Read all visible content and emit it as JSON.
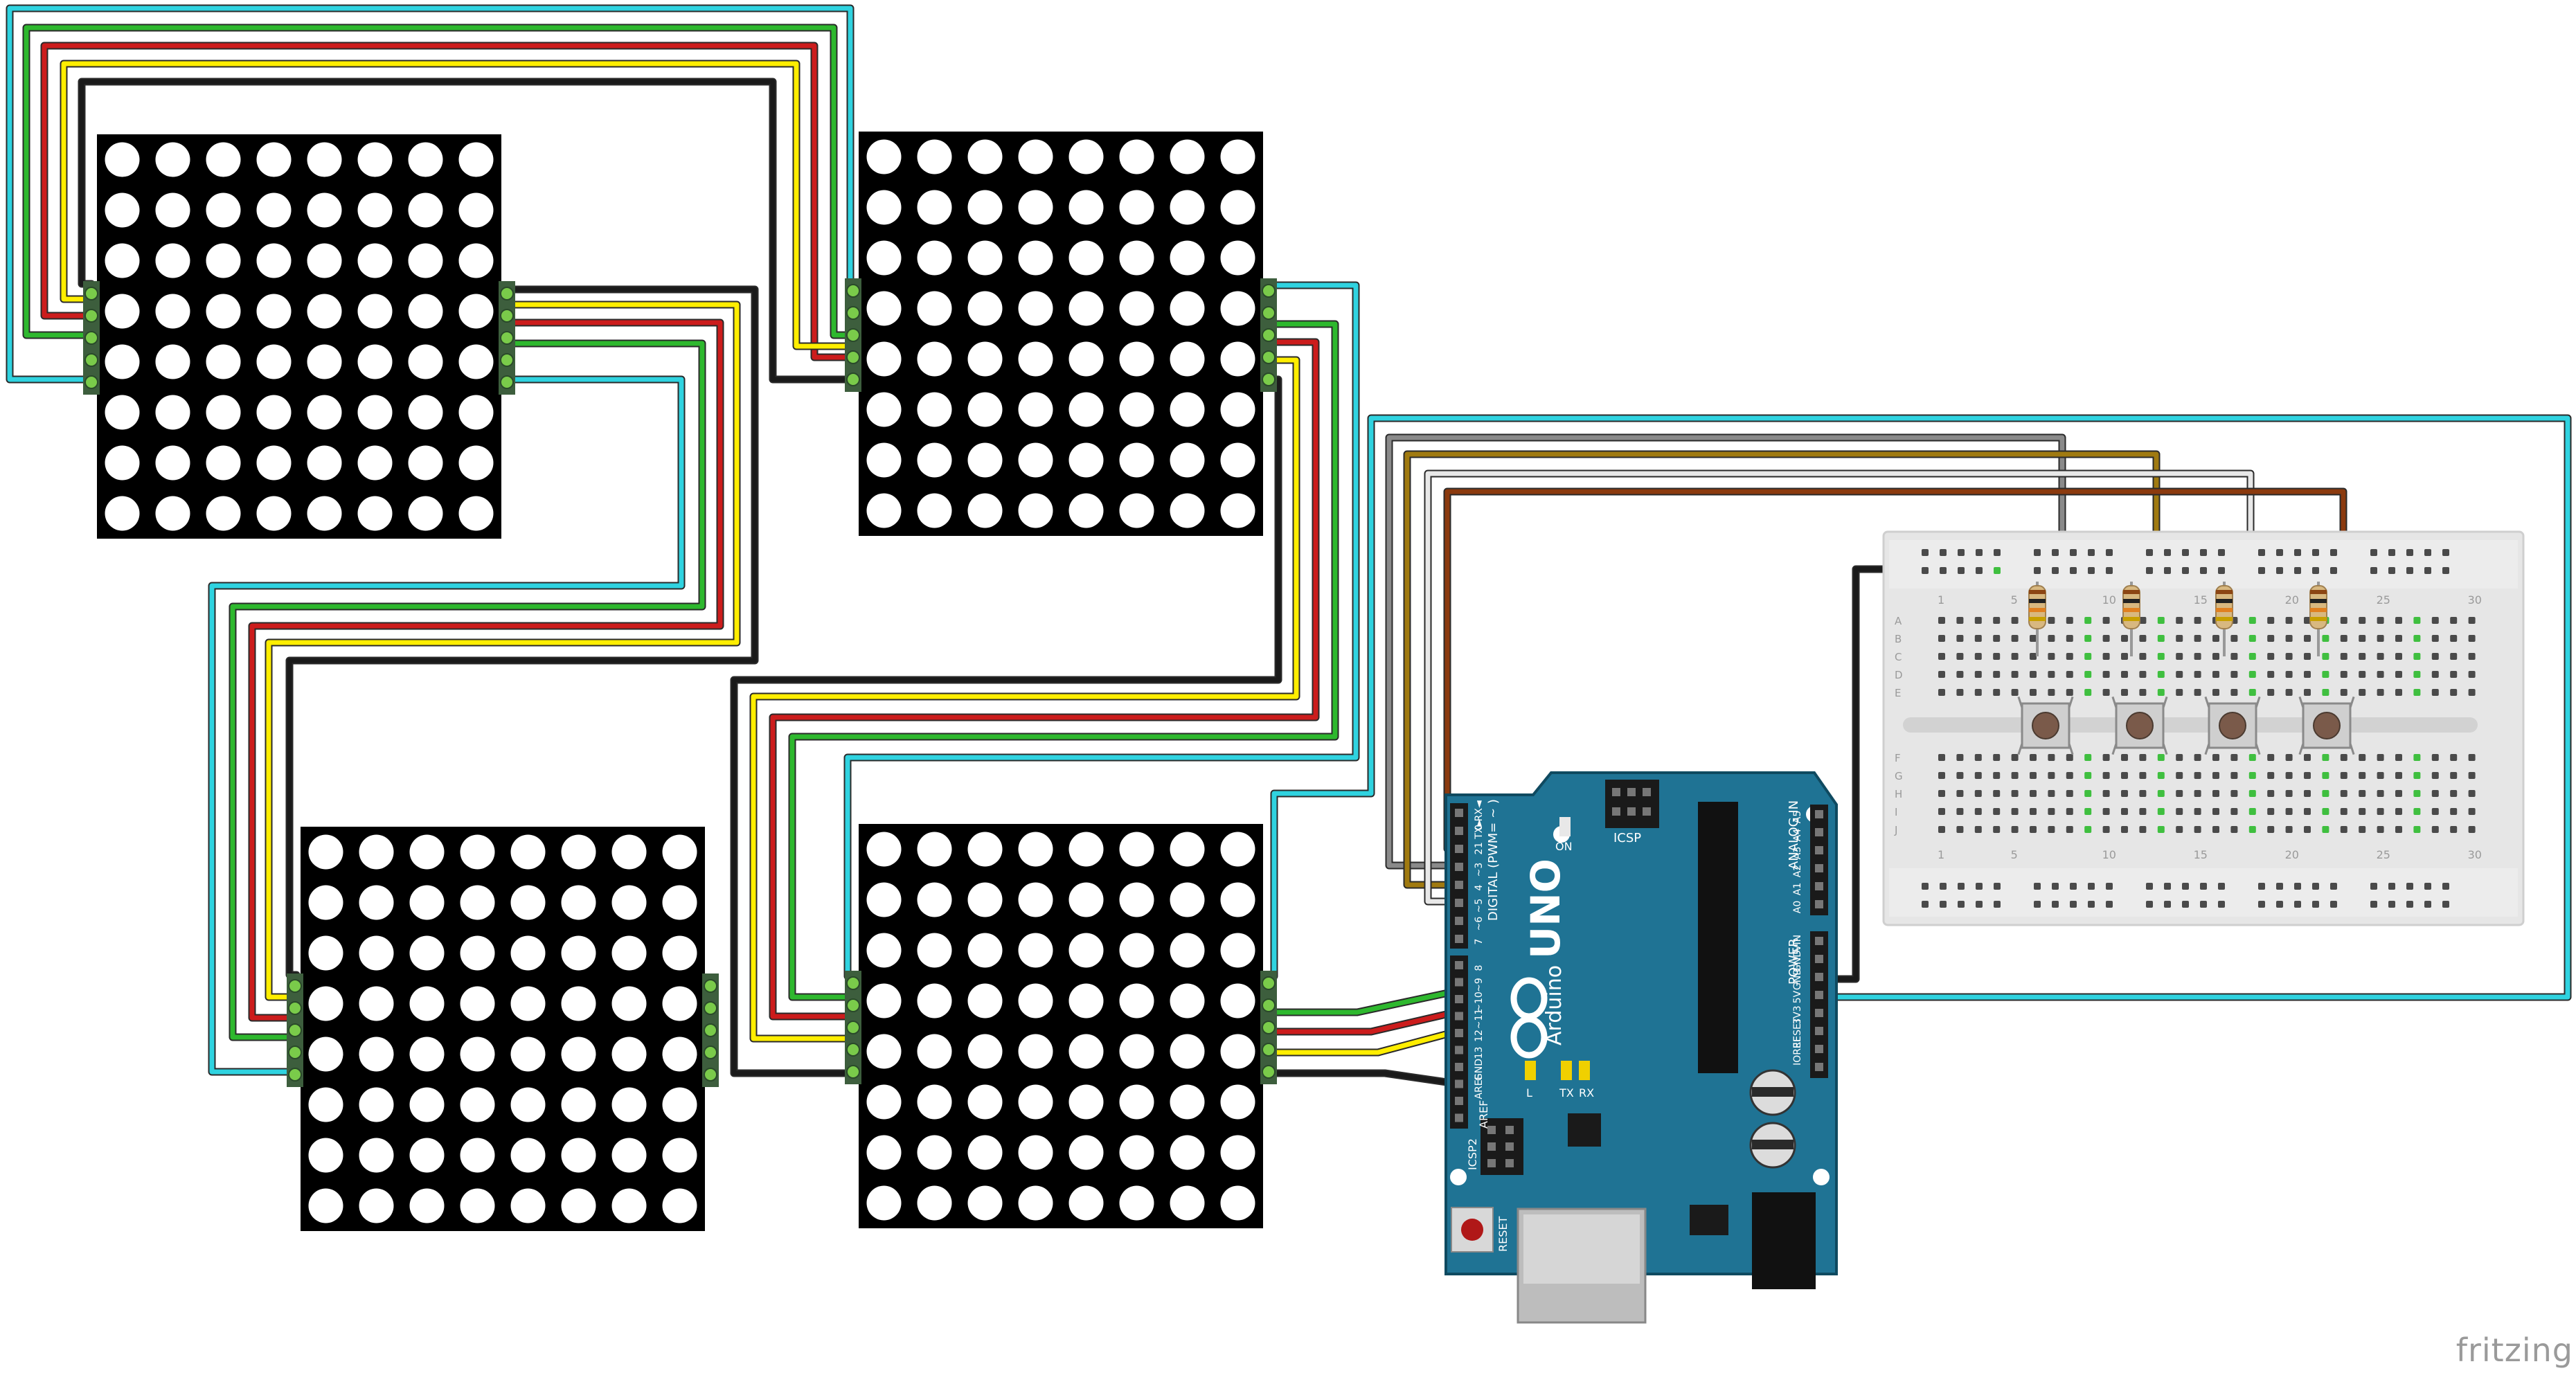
{
  "matrices": [
    {
      "id": "matrix-1",
      "rows": 8,
      "cols": 8
    },
    {
      "id": "matrix-2",
      "rows": 8,
      "cols": 8
    },
    {
      "id": "matrix-3",
      "rows": 8,
      "cols": 8
    },
    {
      "id": "matrix-4",
      "rows": 8,
      "cols": 8
    }
  ],
  "colors": {
    "background": "#ffffff",
    "matrix_body": "#000000",
    "led": "#ffffff",
    "board": "#1f7394",
    "board_edge": "#0f4a60",
    "breadboard": "#e4e4e4",
    "hole": "#4a4a4a",
    "hole_connected": "#3fbf3f",
    "wires": {
      "cyan": "#2fd3e0",
      "green": "#2eb82e",
      "red": "#cc1c1c",
      "yellow": "#ffee00",
      "black": "#1a1a1a",
      "gray": "#8a8a8a",
      "white": "#e8e8e8",
      "olive": "#a07a10",
      "brown": "#8b3a0e"
    }
  },
  "arduino": {
    "model": "UNO",
    "brand": "Arduino",
    "trademark": "TM",
    "header_digital": "DIGITAL (PWM= ~ )",
    "header_power": "POWER",
    "header_analog": "ANALOG IN",
    "icsp": "ICSP",
    "icsp2": "ICSP2",
    "on_label": "ON",
    "l_label": "L",
    "tx_label": "TX",
    "rx_label": "RX",
    "reset_label": "RESET",
    "aref_label": "AREF",
    "digital_pins": [
      "0 RX◄",
      "1 TX►",
      "2",
      "~3",
      "4",
      "~5",
      "~6",
      "7",
      "8",
      "~9",
      "~10",
      "~11",
      "12",
      "13",
      "GND",
      "AREF"
    ],
    "power_pins": [
      "VIN",
      "GND",
      "GND",
      "5V",
      "3V3",
      "RESET",
      "IOREF"
    ],
    "analog_pins": [
      "A5",
      "A4",
      "A3",
      "A2",
      "A1",
      "A0"
    ]
  },
  "breadboard": {
    "column_numbers": [
      "1",
      "5",
      "10",
      "15",
      "20",
      "25",
      "30"
    ],
    "row_letters_top": [
      "A",
      "B",
      "C",
      "D",
      "E"
    ],
    "row_letters_bottom": [
      "F",
      "G",
      "H",
      "I",
      "J"
    ],
    "pushbuttons": 4,
    "resistors": 4
  },
  "brand": "fritzing"
}
